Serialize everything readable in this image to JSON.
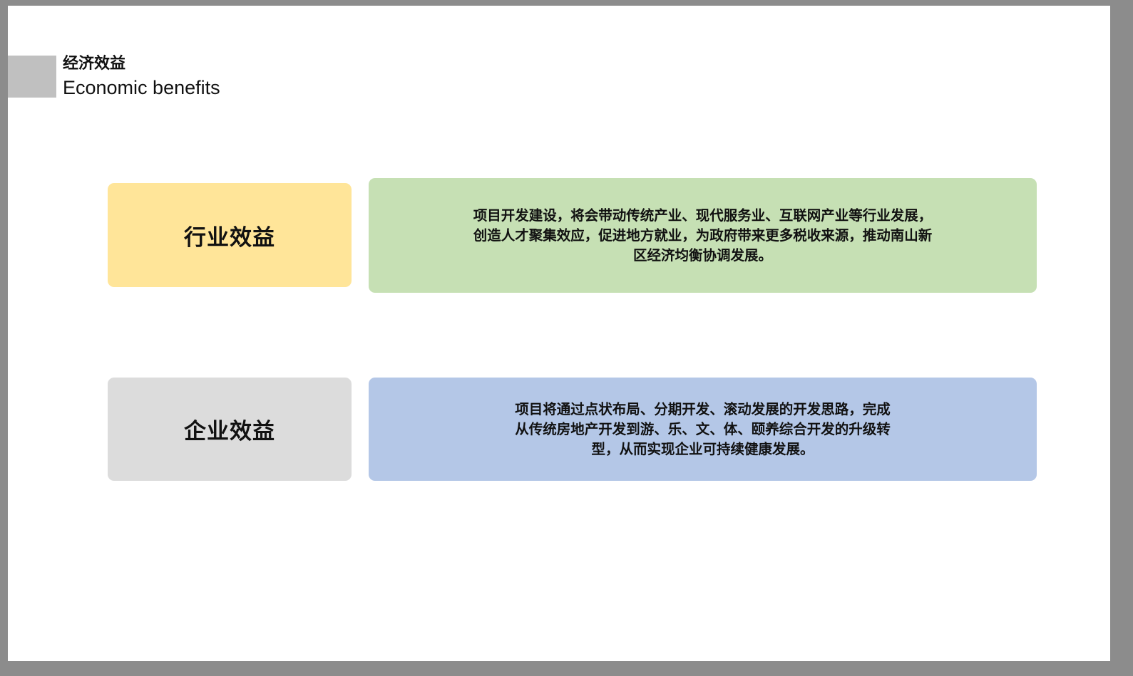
{
  "header": {
    "title_cn": "经济效益",
    "title_en": "Economic benefits"
  },
  "rows": [
    {
      "label": "行业效益",
      "label_color": "#ffe599",
      "description": "项目开发建设，将会带动传统产业、现代服务业、互联网产业等行业发展，创造人才聚集效应，促进地方就业，为政府带来更多税收来源，推动南山新区经济均衡协调发展。",
      "desc_color": "#c6e0b4"
    },
    {
      "label": "企业效益",
      "label_color": "#dcdcdc",
      "description": "项目将通过点状布局、分期开发、滚动发展的开发思路，完成从传统房地产开发到游、乐、文、体、颐养综合开发的升级转型，从而实现企业可持续健康发展。",
      "desc_color": "#b4c7e7"
    }
  ]
}
